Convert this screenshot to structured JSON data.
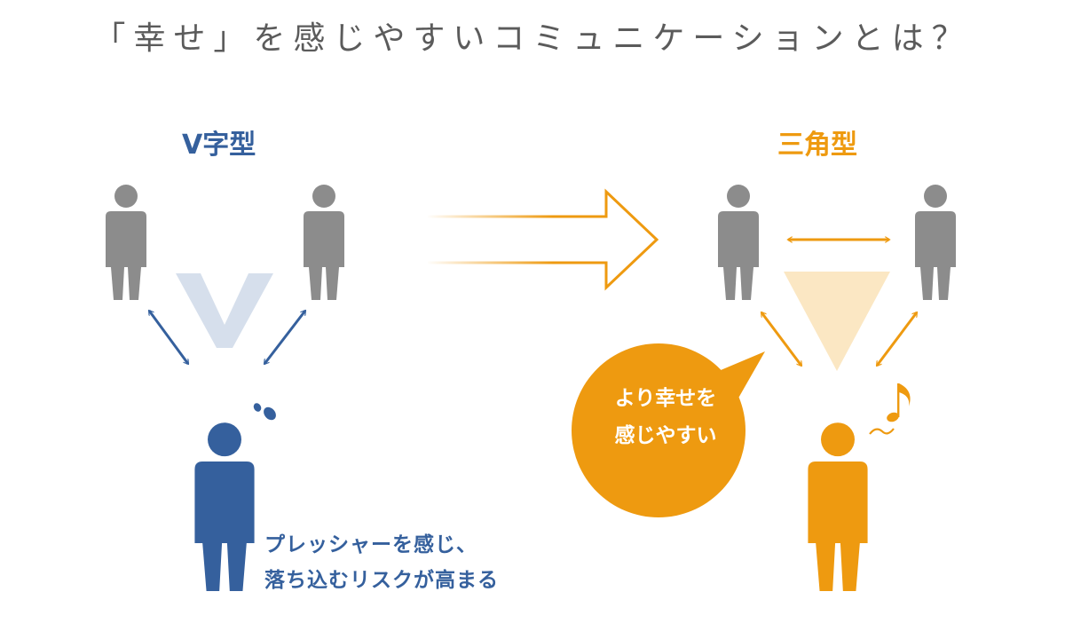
{
  "title": "「幸せ」を感じやすいコミュニケーションとは？",
  "v_type": {
    "label": "V字型",
    "note_line1": "プレッシャーを感じ、",
    "note_line2": "落ち込むリスクが高まる"
  },
  "triangle_type": {
    "label": "三角型",
    "bubble_line1": "より幸せを",
    "bubble_line2": "感じやすい"
  },
  "colors": {
    "blue": "#35609d",
    "orange": "#ee9a10",
    "gray": "#8c8c8c",
    "light_blue": "#d6dfec",
    "light_orange": "#fbe7c3",
    "title_gray": "#5b5b5b"
  },
  "icons": [
    "person-icon",
    "sweat-drops-icon",
    "music-note-icon",
    "double-arrow-icon",
    "big-right-arrow-icon"
  ]
}
